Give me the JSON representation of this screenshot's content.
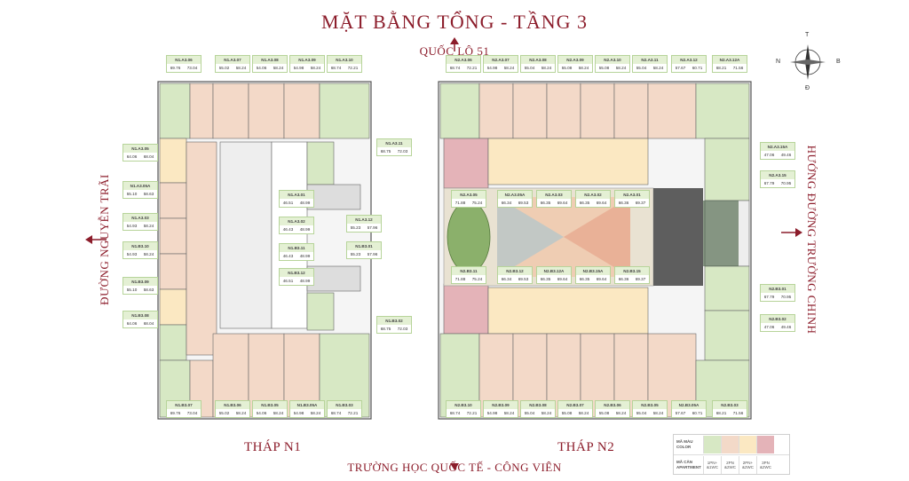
{
  "title": "MẶT BẰNG TỔNG - TẦNG 3",
  "roads": {
    "top": "QUỐC LỘ 51",
    "bottom": "TRƯỜNG HỌC QUỐC TẾ - CÔNG VIÊN",
    "left": "ĐƯỜNG NGUYỄN TRÃI",
    "right": "HƯỚNG ĐƯỜNG TRƯỜNG CHINH"
  },
  "towers": {
    "n1": "THÁP N1",
    "n2": "THÁP N2"
  },
  "compass": {
    "north": "T",
    "south": "Đ",
    "west": "N",
    "east": "B"
  },
  "legend": {
    "color_header": "MÃ MÀU COLOR",
    "code_header": "MÃ CĂN APARTMENT",
    "entries": [
      {
        "code": "1PN+ &1WC",
        "color": "#d7e8c4"
      },
      {
        "code": "2PN &2WC",
        "color": "#f3d9c8"
      },
      {
        "code": "2PN+ &2WC",
        "color": "#fbe8c2"
      },
      {
        "code": "3PN &2WC",
        "color": "#e4b3b8"
      }
    ]
  },
  "colors": {
    "accent": "#8c1d2b",
    "green": "#d7e8c4",
    "peach": "#f3d9c8",
    "yellow": "#fbe8c2",
    "pink": "#e4b3b8",
    "grey": "#d9d9d9",
    "wall": "#555555"
  },
  "labels": [
    {
      "code": "N1.A3.06",
      "a": "69.76",
      "b": "73.04"
    },
    {
      "code": "N1.A3.07",
      "a": "55.02",
      "b": "58.24"
    },
    {
      "code": "N1.A3.08",
      "a": "54.06",
      "b": "58.24"
    },
    {
      "code": "N1.A3.09",
      "a": "54.98",
      "b": "58.24"
    },
    {
      "code": "N1.A3.10",
      "a": "68.74",
      "b": "72.21"
    },
    {
      "code": "N1.A3.05",
      "a": "64.06",
      "b": "68.04"
    },
    {
      "code": "N1.A3.05A",
      "a": "55.10",
      "b": "58.63"
    },
    {
      "code": "N1.A3.03",
      "a": "54.93",
      "b": "58.24"
    },
    {
      "code": "N1.B3.10",
      "a": "54.93",
      "b": "58.24"
    },
    {
      "code": "N1.B3.09",
      "a": "55.10",
      "b": "58.63"
    },
    {
      "code": "N1.B3.08",
      "a": "64.06",
      "b": "68.04"
    },
    {
      "code": "N1.A3.11",
      "a": "68.75",
      "b": "72.03"
    },
    {
      "code": "N1.A3.01",
      "a": "46.51",
      "b": "48.99"
    },
    {
      "code": "N1.A3.02",
      "a": "46.43",
      "b": "48.99"
    },
    {
      "code": "N1.A3.12",
      "a": "55.23",
      "b": "57.96"
    },
    {
      "code": "N1.B3.11",
      "a": "46.43",
      "b": "48.99"
    },
    {
      "code": "N1.B3.01",
      "a": "55.23",
      "b": "57.96"
    },
    {
      "code": "N1.B3.12",
      "a": "46.51",
      "b": "48.99"
    },
    {
      "code": "N1.B3.02",
      "a": "68.75",
      "b": "72.03"
    },
    {
      "code": "N1.B3.07",
      "a": "69.76",
      "b": "73.04"
    },
    {
      "code": "N1.B3.06",
      "a": "55.02",
      "b": "58.24"
    },
    {
      "code": "N1.B3.05",
      "a": "54.06",
      "b": "58.24"
    },
    {
      "code": "N1.B3.05A",
      "a": "54.98",
      "b": "58.24"
    },
    {
      "code": "N1.B3.03",
      "a": "68.74",
      "b": "72.21"
    },
    {
      "code": "N2.A3.06",
      "a": "68.74",
      "b": "72.21"
    },
    {
      "code": "N2.A3.07",
      "a": "54.98",
      "b": "58.24"
    },
    {
      "code": "N2.A3.08",
      "a": "55.04",
      "b": "58.24"
    },
    {
      "code": "N2.A3.09",
      "a": "55.08",
      "b": "58.24"
    },
    {
      "code": "N2.A3.10",
      "a": "55.08",
      "b": "58.24"
    },
    {
      "code": "N2.A3.11",
      "a": "55.04",
      "b": "58.24"
    },
    {
      "code": "N2.A3.12",
      "a": "57.67",
      "b": "60.71"
    },
    {
      "code": "N2.A3.12A",
      "a": "68.21",
      "b": "71.56"
    },
    {
      "code": "N2.A3.15A",
      "a": "47.06",
      "b": "49.46"
    },
    {
      "code": "N2.A3.15",
      "a": "67.79",
      "b": "70.95"
    },
    {
      "code": "N2.A3.05",
      "a": "71.88",
      "b": "75.24"
    },
    {
      "code": "N2.A3.05A",
      "a": "66.34",
      "b": "69.53"
    },
    {
      "code": "N2.A3.03",
      "a": "66.35",
      "b": "69.64"
    },
    {
      "code": "N2.A3.02",
      "a": "66.35",
      "b": "69.64"
    },
    {
      "code": "N2.A3.01",
      "a": "66.36",
      "b": "69.37"
    },
    {
      "code": "N2.B3.11",
      "a": "71.88",
      "b": "75.24"
    },
    {
      "code": "N2.B3.12",
      "a": "66.34",
      "b": "69.53"
    },
    {
      "code": "N2.B3.12A",
      "a": "66.35",
      "b": "69.64"
    },
    {
      "code": "N2.B3.15A",
      "a": "66.35",
      "b": "69.64"
    },
    {
      "code": "N2.B3.15",
      "a": "66.36",
      "b": "69.37"
    },
    {
      "code": "N2.B3.01",
      "a": "67.79",
      "b": "70.95"
    },
    {
      "code": "N2.B3.02",
      "a": "47.06",
      "b": "49.46"
    },
    {
      "code": "N2.B3.10",
      "a": "68.74",
      "b": "72.21"
    },
    {
      "code": "N2.B3.09",
      "a": "54.98",
      "b": "58.24"
    },
    {
      "code": "N2.B3.08",
      "a": "55.04",
      "b": "58.24"
    },
    {
      "code": "N2.B3.07",
      "a": "55.08",
      "b": "58.24"
    },
    {
      "code": "N2.B3.06",
      "a": "55.08",
      "b": "58.24"
    },
    {
      "code": "N2.B3.05",
      "a": "55.04",
      "b": "58.24"
    },
    {
      "code": "N2.B3.05A",
      "a": "57.67",
      "b": "60.71"
    },
    {
      "code": "N2.B3.03",
      "a": "68.21",
      "b": "71.56"
    }
  ]
}
